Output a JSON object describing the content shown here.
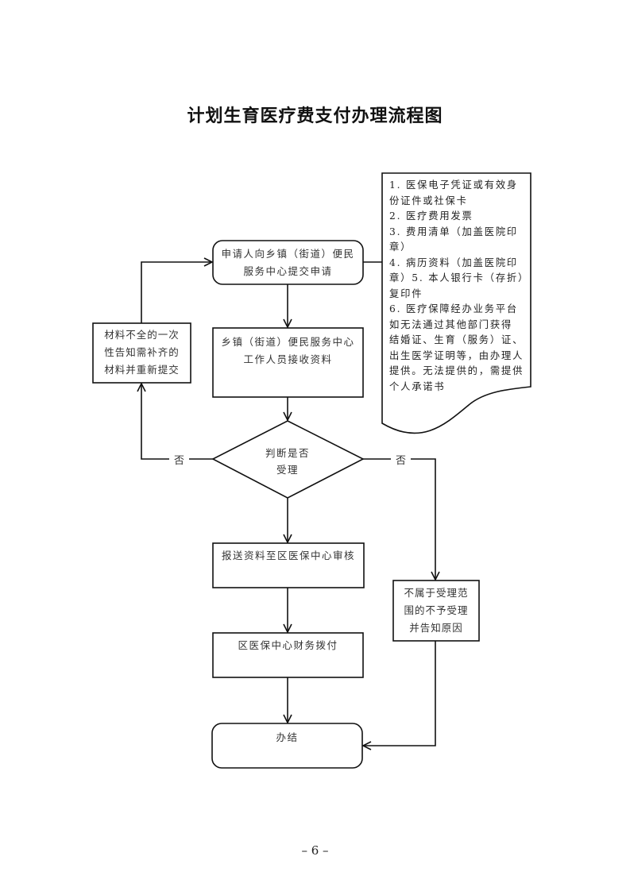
{
  "title": "计划生育医疗费支付办理流程图",
  "nodes": {
    "submit": {
      "line1": "申请人向乡镇（街道）便民",
      "line2": "服务中心提交申请"
    },
    "receive": {
      "line1": "乡镇（街道）便民服务中心",
      "line2": "工作人员接收资料"
    },
    "decision": {
      "line1": "判断是否",
      "line2": "受理"
    },
    "incomplete": {
      "line1": "材料不全的一次",
      "line2": "性告知需补齐的",
      "line3": "材料并重新提交"
    },
    "review": {
      "line1": "报送资料至区医保中心审核"
    },
    "payment": {
      "line1": "区医保中心财务拨付"
    },
    "reject": {
      "line1": "不属于受理范",
      "line2": "围的不予受理",
      "line3": "并告知原因"
    },
    "end": {
      "line1": "办结"
    }
  },
  "documents": {
    "lines": [
      "1. 医保电子凭证或有效身",
      "份证件或社保卡",
      "2.  医疗费用发票",
      "3.  费用清单（加盖医院印",
      "章）",
      "4.  病历资料（加盖医院印",
      "章）5. 本人银行卡（存折）",
      "复印件",
      "6. 医疗保障经办业务平台",
      "如无法通过其他部门获得",
      "结婚证、生育（服务）证、",
      "出生医学证明等，由办理人",
      "提供。无法提供的，需提供",
      "个人承诺书"
    ]
  },
  "edge_labels": {
    "no_left": "否",
    "no_right": "否"
  },
  "page_number": "– 6 –"
}
